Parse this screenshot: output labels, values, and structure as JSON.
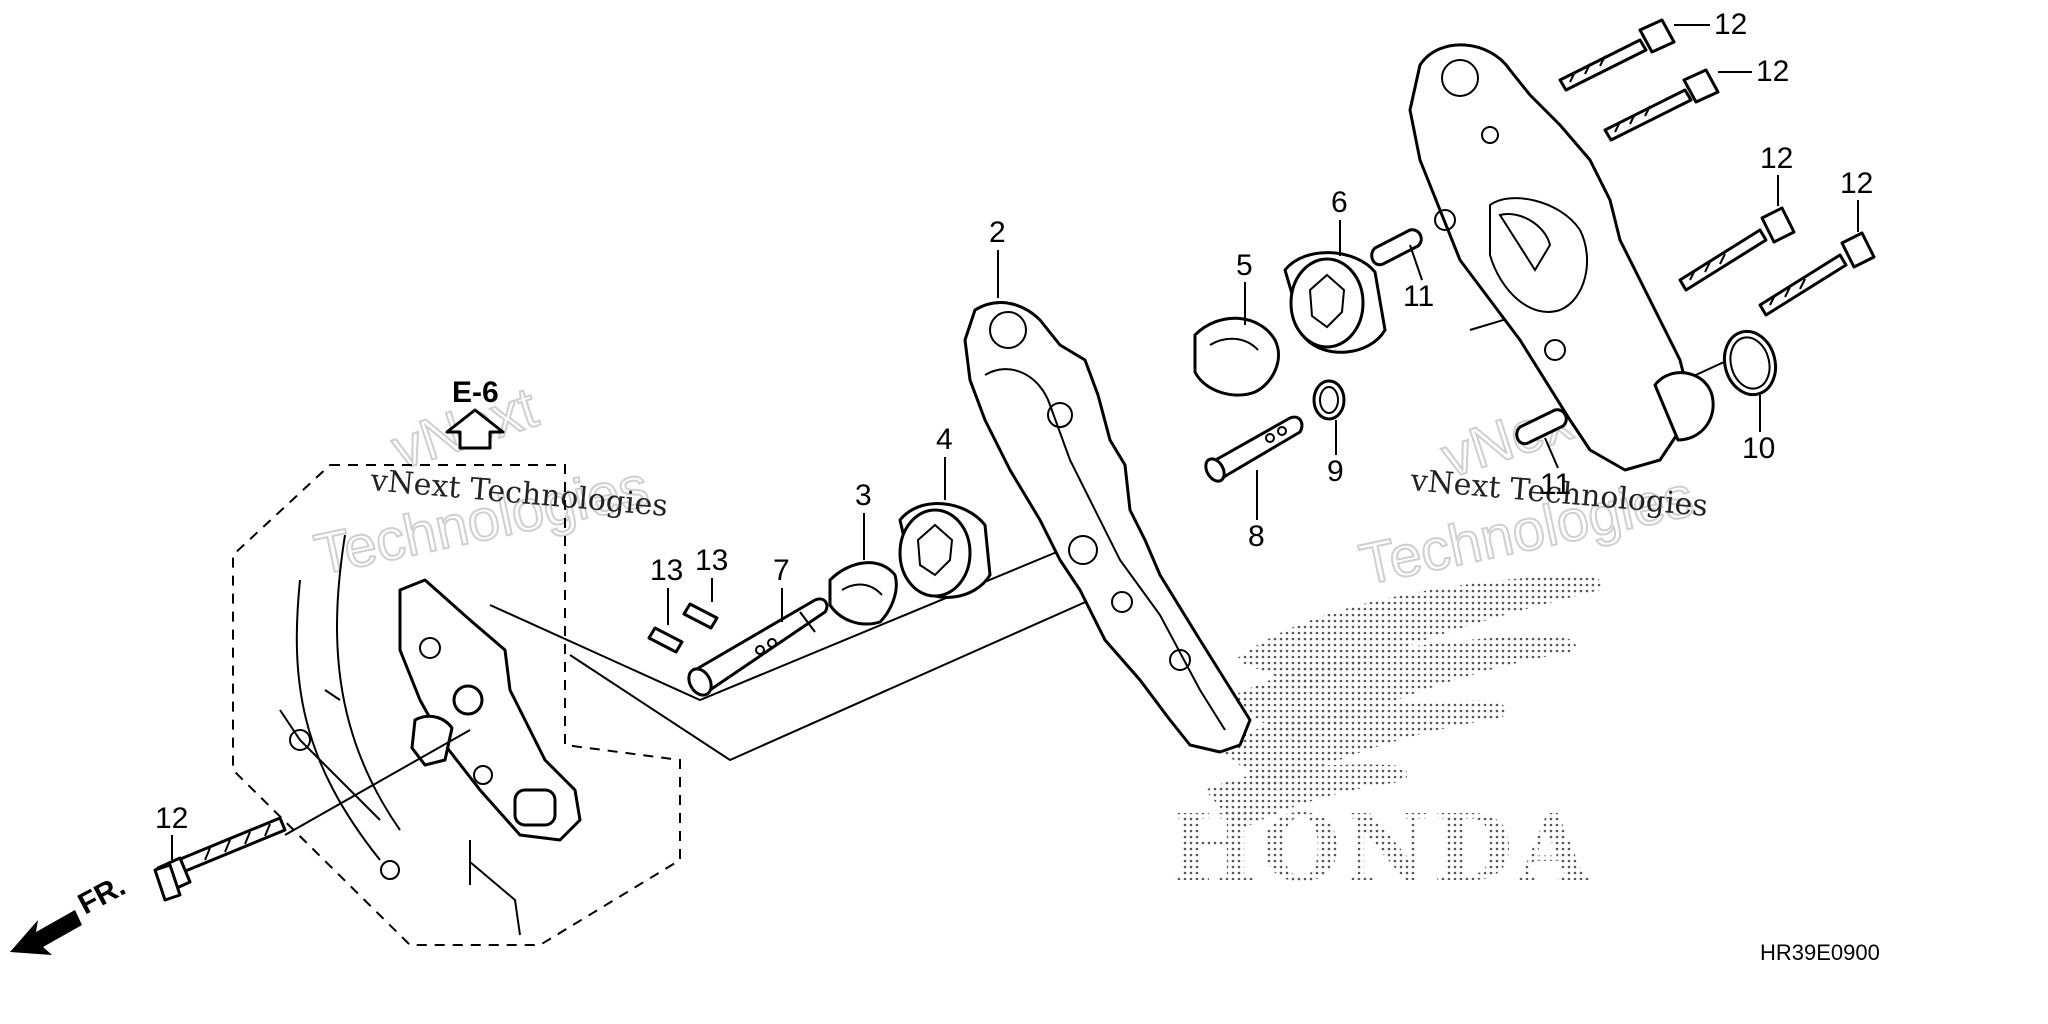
{
  "diagram": {
    "callouts": {
      "c2": "2",
      "c3": "3",
      "c4": "4",
      "c5": "5",
      "c6": "6",
      "c7": "7",
      "c8": "8",
      "c9": "9",
      "c10": "10",
      "c11a": "11",
      "c11b": "11",
      "c12a": "12",
      "c12b": "12",
      "c12c": "12",
      "c12d": "12",
      "c12e": "12",
      "c13a": "13",
      "c13b": "13"
    },
    "reference": "E-6",
    "front_label": "FR.",
    "diagram_code": "HR39E0900",
    "brand": "HONDA",
    "watermarks": {
      "left_line1": "vNext",
      "left_line2": "Technologies",
      "left_serif": "vNext Technologies",
      "right_line1": "vNext",
      "right_line2": "Technologies",
      "right_serif": "vNext Technologies"
    }
  }
}
